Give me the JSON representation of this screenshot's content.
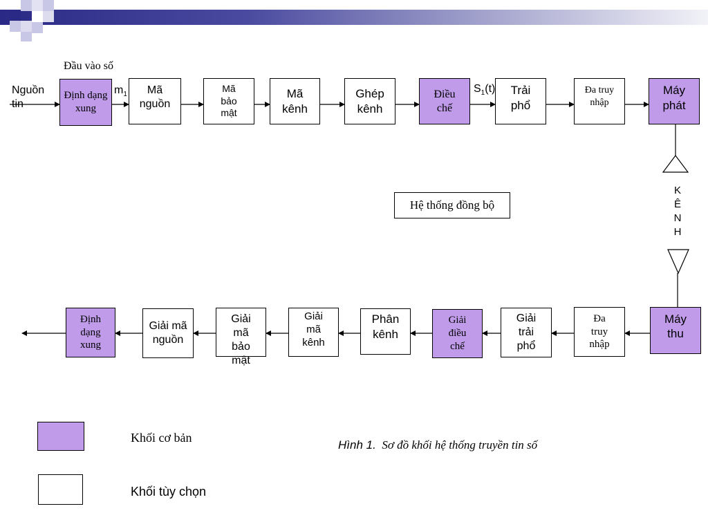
{
  "top_row": {
    "input_label": "Nguồn tin",
    "digital_input_label": "Đầu vào số",
    "m1_label": "m",
    "m1_sub": "1",
    "s1_label": "S",
    "s1_sub": "1",
    "s1_suffix": "(t)",
    "blocks": [
      {
        "label": "Định dạng xung",
        "type": "basic"
      },
      {
        "label": "Mã nguồn",
        "type": "optional"
      },
      {
        "label": "Mã bảo mật",
        "type": "optional"
      },
      {
        "label": "Mã kênh",
        "type": "optional"
      },
      {
        "label": "Ghép kênh",
        "type": "optional"
      },
      {
        "label": "Điều chế",
        "type": "basic"
      },
      {
        "label": "Trải phổ",
        "type": "optional"
      },
      {
        "label": "Đa truy nhập",
        "type": "optional"
      },
      {
        "label": "Máy phát",
        "type": "basic"
      }
    ]
  },
  "channel": {
    "letters": [
      "K",
      "Ê",
      "N",
      "H"
    ]
  },
  "sync_label": "Hệ thống đồng bộ",
  "bottom_row": {
    "blocks": [
      {
        "label": "Định dạng xung",
        "type": "basic"
      },
      {
        "label": "Giải mã nguồn",
        "type": "optional"
      },
      {
        "label": "Giải mã bảo mật",
        "type": "optional"
      },
      {
        "label": "Giải mã kênh",
        "type": "optional"
      },
      {
        "label": "Phân kênh",
        "type": "optional"
      },
      {
        "label": "Giải điều chế",
        "type": "basic"
      },
      {
        "label": "Giải trải phổ",
        "type": "optional"
      },
      {
        "label": "Đa truy nhập",
        "type": "optional"
      },
      {
        "label": "Máy thu",
        "type": "basic"
      }
    ]
  },
  "legend": {
    "basic_label": "Khối cơ bản",
    "optional_label": "Khối tùy chọn"
  },
  "caption": {
    "prefix": "Hình 1.",
    "text": "Sơ đồ khối hệ thống truyền tin số"
  },
  "colors": {
    "basic_fill": "#bf9be9",
    "optional_fill": "#ffffff",
    "banner_dark": "#2a2a86",
    "deco_square_light": "#c8c8e6"
  }
}
